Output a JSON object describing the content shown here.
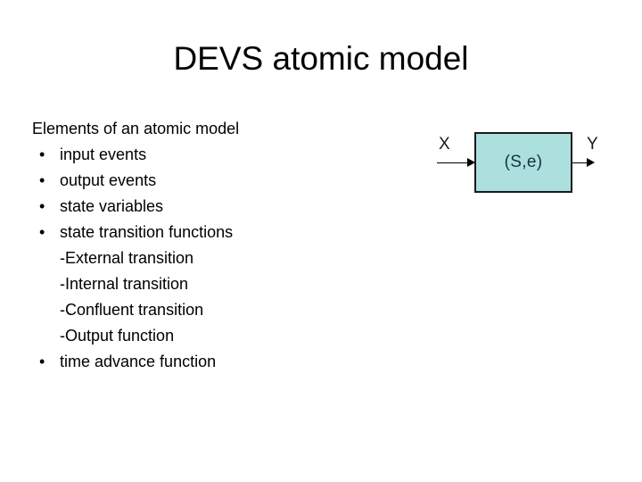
{
  "slide": {
    "title": "DEVS atomic model",
    "background_color": "#ffffff",
    "text_color": "#000000"
  },
  "body": {
    "intro": "Elements of an atomic model",
    "bullet_marker": "•",
    "bullets": [
      {
        "label": "input events"
      },
      {
        "label": "output events"
      },
      {
        "label": "state variables"
      },
      {
        "label": "state transition functions"
      }
    ],
    "sub_items": [
      "-External transition",
      "-Internal transition",
      "-Confluent transition",
      "-Output function"
    ],
    "final_bullet": "time advance function"
  },
  "diagram": {
    "input_port_label": "X",
    "output_port_label": "Y",
    "state_label": "(S,e)",
    "box_fill_color": "#ace0de",
    "box_border_color": "#1a1a1a",
    "state_label_color": "#16333f",
    "arrow_color": "#000000"
  }
}
